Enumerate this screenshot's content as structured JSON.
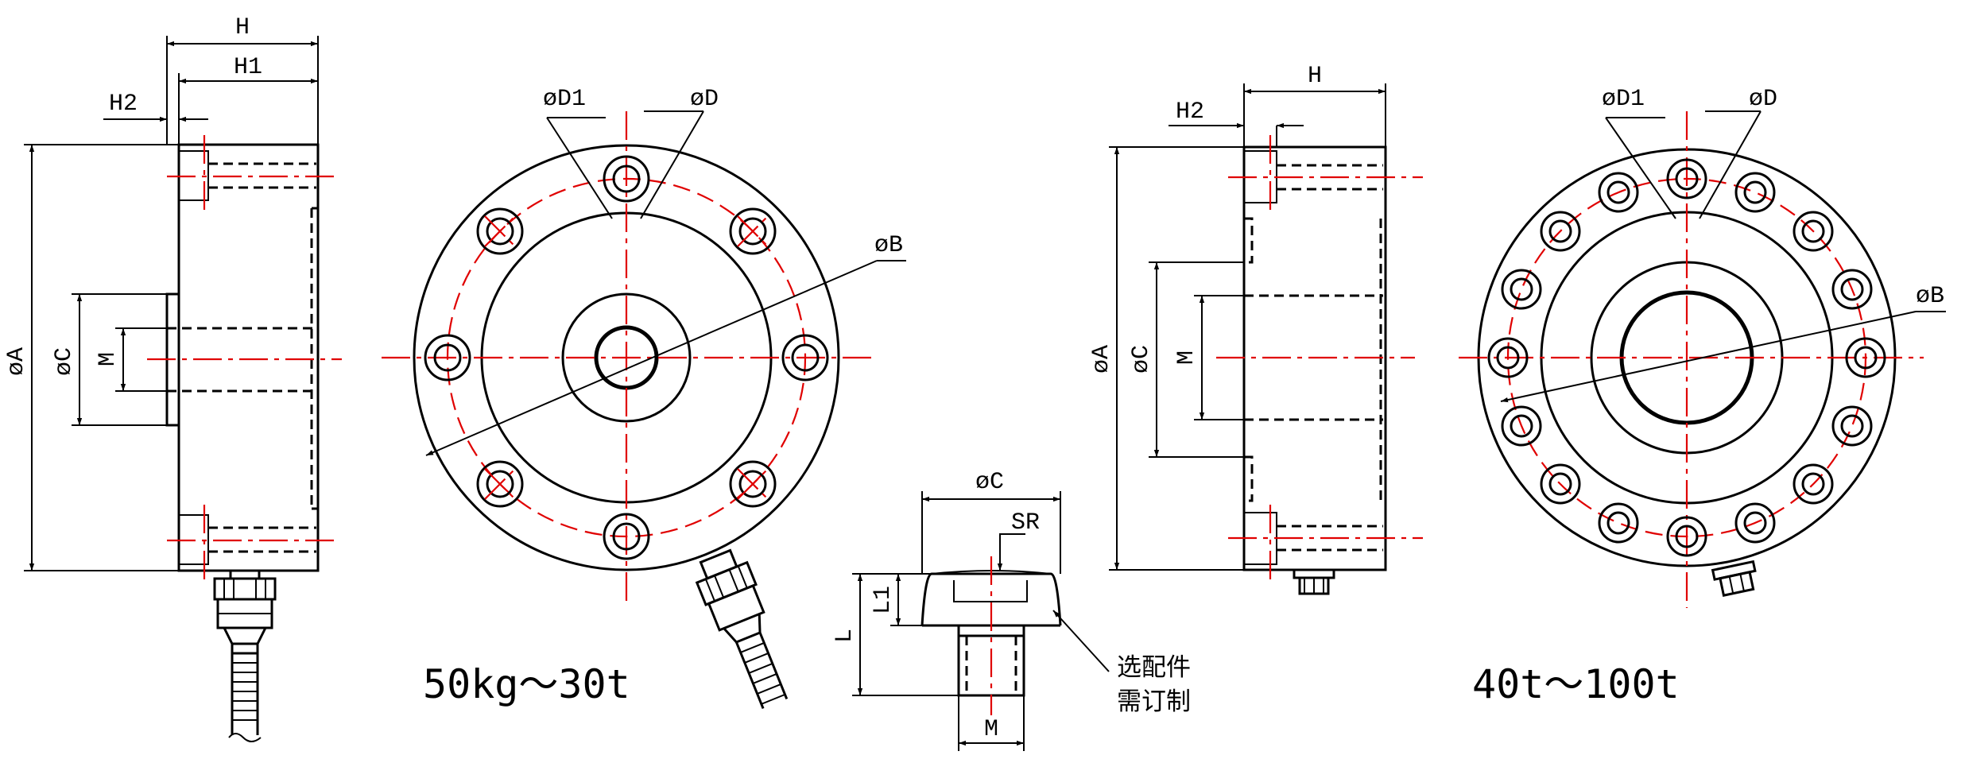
{
  "small_cell": {
    "side_view": {
      "dim_h": "H",
      "dim_h1": "H1",
      "dim_h2": "H2",
      "dim_a": "øA",
      "dim_c": "øC",
      "dim_m": "M"
    },
    "front_view": {
      "dim_d1": "øD1",
      "dim_d": "øD",
      "dim_b": "øB"
    },
    "range_caption": "50kg～30t"
  },
  "accessory": {
    "dim_c": "øC",
    "dim_sr": "SR",
    "dim_l1": "L1",
    "dim_l": "L",
    "dim_m": "M",
    "note_line1": "选配件",
    "note_line2": "需订制"
  },
  "large_cell": {
    "side_view": {
      "dim_h": "H",
      "dim_h2": "H2",
      "dim_a": "øA",
      "dim_c": "øC",
      "dim_m": "M"
    },
    "front_view": {
      "dim_d1": "øD1",
      "dim_d": "øD",
      "dim_b": "øB"
    },
    "range_caption": "40t～100t"
  }
}
